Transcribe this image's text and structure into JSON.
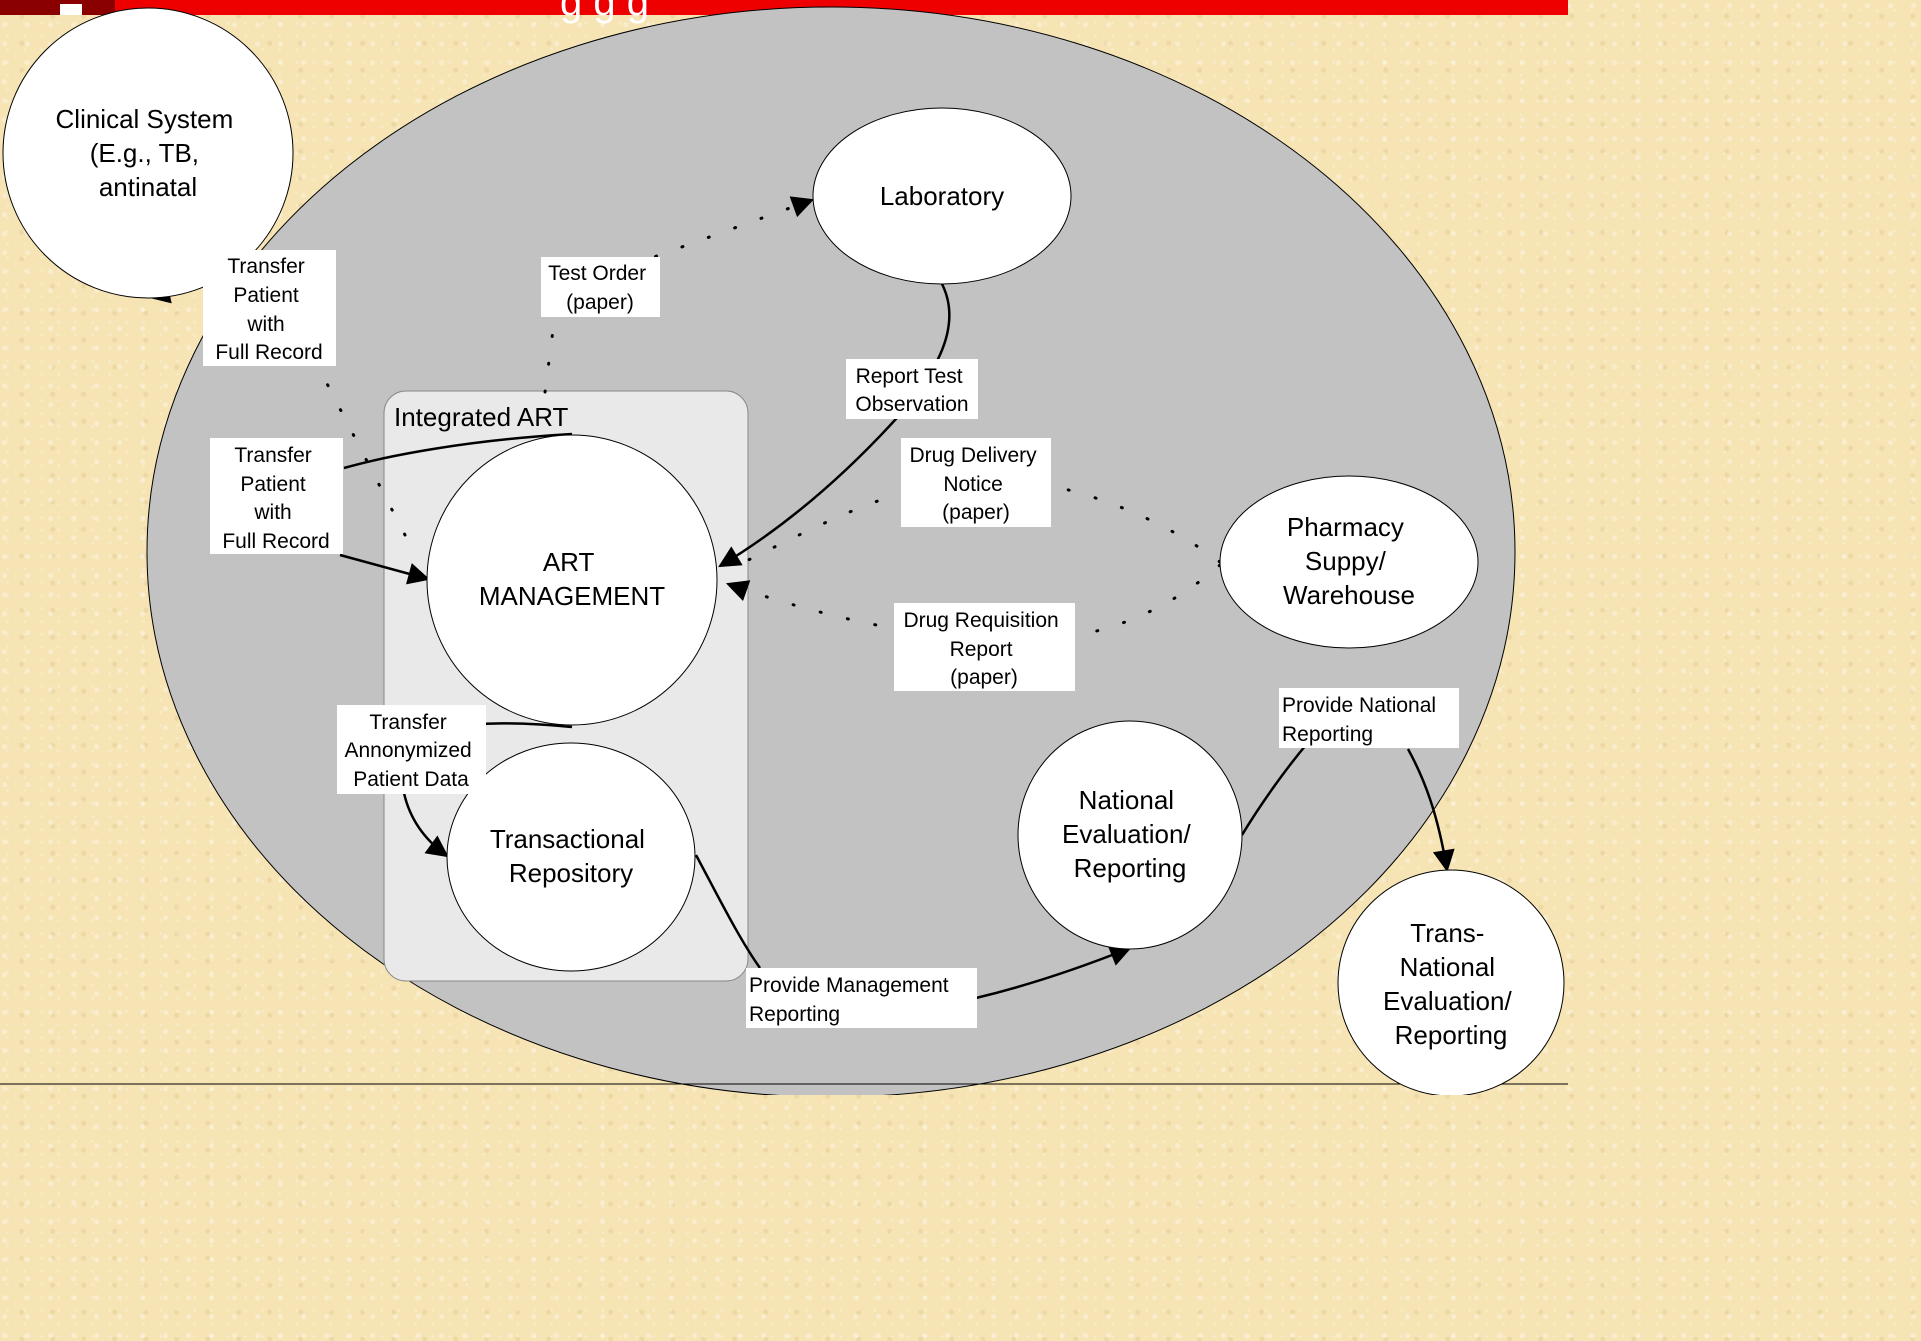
{
  "header": {
    "bar_color": "#ee0000",
    "title_partial": "g      g g"
  },
  "colors": {
    "system_boundary": "#c2c2c2",
    "integrated_group": "#e9e9e9",
    "node_fill": "#ffffff",
    "stroke": "#000000"
  },
  "group": {
    "label": "Integrated ART"
  },
  "nodes": {
    "clinical": {
      "lines": [
        "Clinical System",
        "(E.g., TB,",
        "antinatal"
      ]
    },
    "laboratory": {
      "lines": [
        "Laboratory"
      ]
    },
    "art": {
      "lines": [
        "ART",
        "MANAGEMENT"
      ]
    },
    "repository": {
      "lines": [
        "Transactional",
        "Repository"
      ]
    },
    "pharmacy": {
      "lines": [
        "Pharmacy",
        "Suppy/",
        "Warehouse"
      ]
    },
    "national": {
      "lines": [
        "National",
        "Evaluation/",
        "Reporting"
      ]
    },
    "transnational": {
      "lines": [
        "Trans-",
        "National",
        "Evaluation/",
        "Reporting"
      ]
    }
  },
  "edges": {
    "transfer_out": {
      "lines": [
        "Transfer",
        "Patient",
        "with",
        "Full  Record"
      ]
    },
    "transfer_in": {
      "lines": [
        "Transfer",
        "Patient",
        "with",
        "Full  Record"
      ]
    },
    "test_order": {
      "lines": [
        "Test Order",
        "(paper)"
      ]
    },
    "report_test": {
      "lines": [
        "Report Test",
        "Observation"
      ]
    },
    "drug_delivery": {
      "lines": [
        "Drug Delivery",
        "Notice",
        "(paper)"
      ]
    },
    "drug_requisition": {
      "lines": [
        "Drug Requisition",
        "Report",
        "(paper)"
      ]
    },
    "anonymized": {
      "lines": [
        "Transfer",
        "Annonymized",
        "Patient Data"
      ]
    },
    "mgmt_reporting": {
      "lines": [
        "Provide Management",
        "Reporting"
      ]
    },
    "national_reporting": {
      "lines": [
        "Provide National",
        "Reporting"
      ]
    }
  }
}
